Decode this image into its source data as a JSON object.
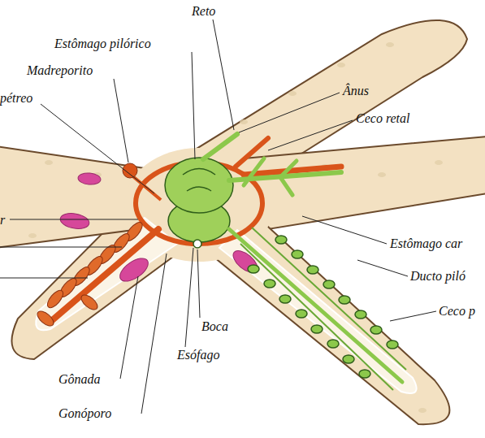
{
  "diagram": {
    "labels": [
      "Reto",
      "Estômago pilórico",
      "Madreporito",
      "pétreo",
      "Ânus",
      "Ceco retal",
      "r",
      "Estômago car",
      "Ducto piló",
      "Ceco p",
      "Boca",
      "Esófago",
      "Gônada",
      "Gonóporo"
    ]
  }
}
